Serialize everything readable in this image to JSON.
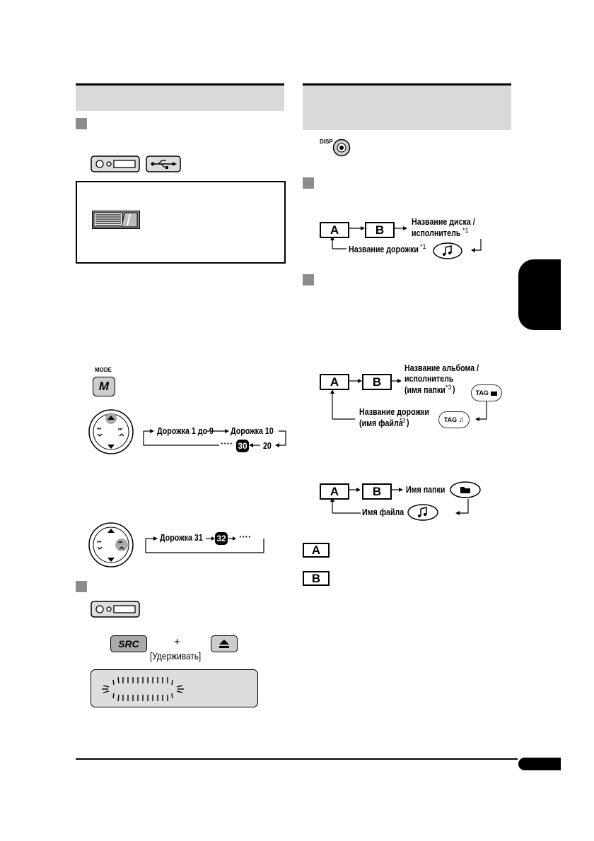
{
  "disp_button": {
    "label": "DISP"
  },
  "mode_button": {
    "caption": "MODE",
    "key": "M"
  },
  "disc_flow": {
    "box_a": "A",
    "box_b": "B",
    "disc_title": "Название диска /",
    "performer": "исполнитель",
    "footnote": "*1",
    "track_title": "Название дорожки",
    "track_footnote": "*1"
  },
  "mp3_tag_flow": {
    "box_a": "A",
    "box_b": "B",
    "album_line1": "Название альбома /",
    "album_line2": "исполнитель",
    "album_line3": "(имя папки",
    "album_footnote": "*3",
    "album_close": ")",
    "track_line1": "Название дорожки",
    "track_line2": "(имя файла",
    "track_footnote": "*3",
    "track_close": ")",
    "tag_label": "TAG"
  },
  "mp3_folder_flow": {
    "box_a": "A",
    "box_b": "B",
    "folder_name": "Имя папки",
    "file_name": "Имя файла"
  },
  "track_seq_1": {
    "start": "Дорожка 1 до 9",
    "next": "Дорожка 10",
    "mid": "20",
    "badge": "30",
    "dots": "····"
  },
  "track_seq_2": {
    "start": "Дорожка 31",
    "badge": "32",
    "dots": "····"
  },
  "legend": {
    "a": "A",
    "b": "B"
  },
  "eject_combo": {
    "src_label": "SRC",
    "plus": "+",
    "hold": "[Удерживать]"
  }
}
